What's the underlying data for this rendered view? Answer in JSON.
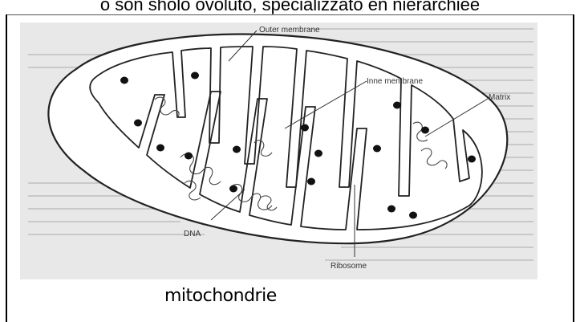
{
  "header": {
    "text": "o son sholo ovoluto, specializzato en nierarchiee"
  },
  "diagram": {
    "labels": {
      "outer_membrane": "Outer membrane",
      "inner_membrane": "Inne membrane",
      "matrix": "Matrix",
      "dna": "DNA",
      "ribosome": "Ribosome"
    }
  },
  "caption": "mitochondrie"
}
